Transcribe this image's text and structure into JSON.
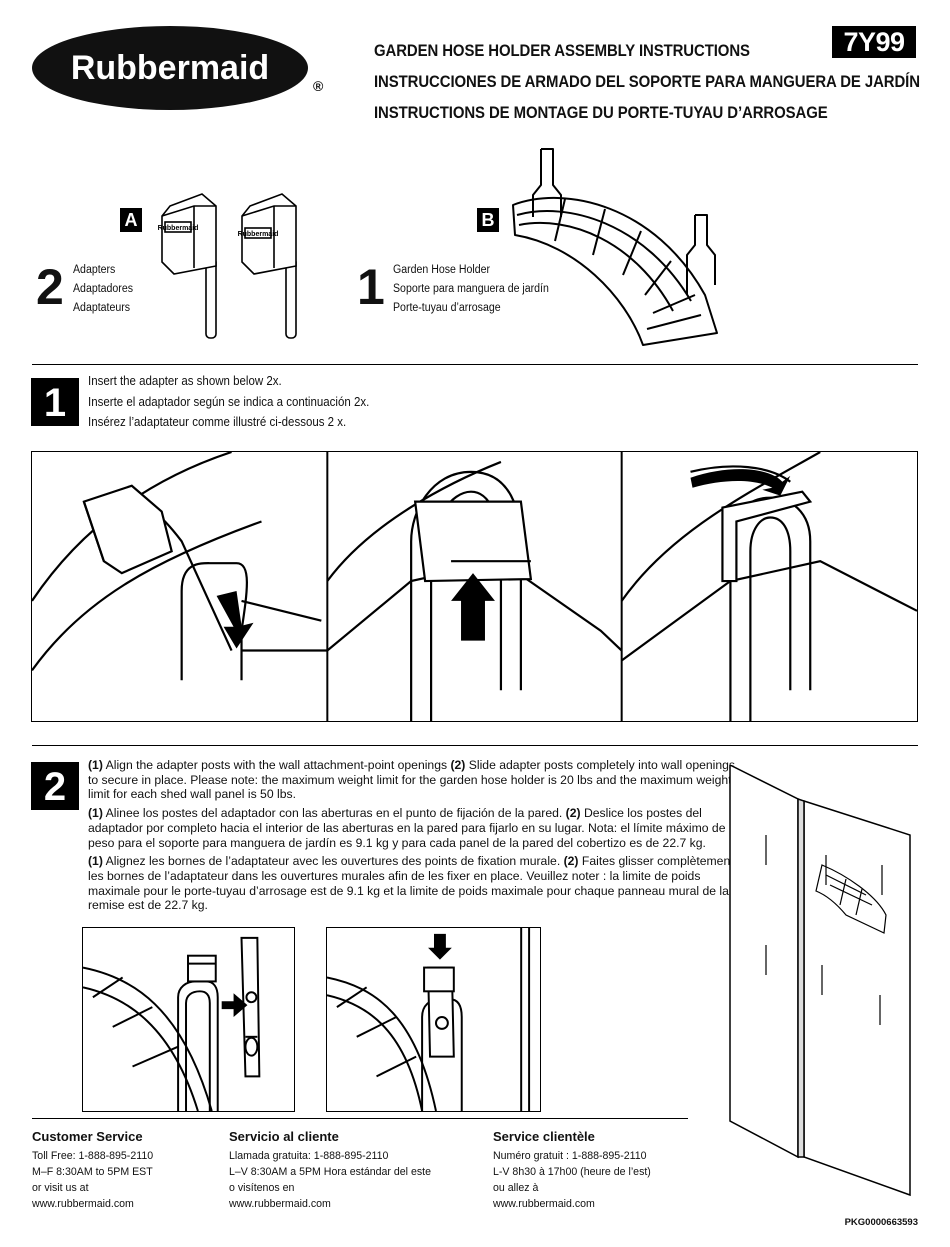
{
  "header": {
    "brand": "Rubbermaid",
    "registered_mark": "®",
    "titles": [
      "GARDEN HOSE HOLDER ASSEMBLY INSTRUCTIONS",
      "INSTRUCCIONES DE ARMADO DEL SOPORTE PARA MANGUERA DE JARDÍN",
      "INSTRUCTIONS DE MONTAGE DU PORTE-TUYAU D’ARROSAGE"
    ],
    "model_code": "7Y99"
  },
  "parts": [
    {
      "letter": "A",
      "qty": "2",
      "labels": [
        "Adapters",
        "Adaptadores",
        "Adaptateurs"
      ],
      "embossed_brand": "Rubbermaid"
    },
    {
      "letter": "B",
      "qty": "1",
      "labels": [
        "Garden Hose Holder",
        "Soporte para manguera de jardín",
        "Porte-tuyau d’arrosage"
      ]
    }
  ],
  "step1": {
    "number": "1",
    "lines": [
      "Insert the adapter as shown below 2x.",
      "Inserte el adaptador según se indica a continuación 2x.",
      "Insérez l’adaptateur comme illustré ci-dessous 2 x."
    ]
  },
  "step2": {
    "number": "2",
    "paragraphs": [
      {
        "m1": "(1)",
        "t1": " Align the adapter posts with the wall attachment-point openings ",
        "m2": "(2)",
        "t2": " Slide adapter posts completely into wall openings to secure in place. Please note: the maximum weight limit for the garden hose holder is 20 lbs and the maximum weight limit for each shed wall panel is 50 lbs."
      },
      {
        "m1": "(1)",
        "t1": " Alinee los postes del adaptador con las aberturas en el punto de fijación de la pared. ",
        "m2": "(2)",
        "t2": " Deslice los postes del adaptador por completo hacia el interior de las aberturas en la pared para fijarlo en su lugar. Nota: el límite máximo de peso para el soporte para manguera de jardín es 9.1 kg y para cada panel de la pared del cobertizo es de 22.7 kg."
      },
      {
        "m1": "(1)",
        "t1": " Alignez les bornes de l’adaptateur avec les ouvertures des points de fixation murale. ",
        "m2": "(2)",
        "t2": " Faites glisser complètement les bornes de l’adaptateur dans les ouvertures murales afin de les fixer en place. Veuillez noter : la limite de poids maximale pour le porte-tuyau d’arrosage est de 9.1 kg et la limite de poids maximale pour chaque panneau mural de la remise est de 22.7 kg."
      }
    ]
  },
  "customer_service": [
    {
      "heading": "Customer Service",
      "lines": [
        "Toll Free: 1-888-895-2110",
        "M–F 8:30AM to 5PM EST",
        "or visit us at",
        "www.rubbermaid.com"
      ]
    },
    {
      "heading": "Servicio al cliente",
      "lines": [
        "Llamada gratuita: 1-888-895-2110",
        "L–V 8:30AM a 5PM Hora estándar del este",
        "o visítenos en",
        "www.rubbermaid.com"
      ]
    },
    {
      "heading": "Service clientèle",
      "lines": [
        "Numéro gratuit : 1-888-895-2110",
        "L-V 8h30 à 17h00 (heure de l’est)",
        "ou allez à",
        "www.rubbermaid.com"
      ]
    }
  ],
  "package_code": "PKG0000663593"
}
